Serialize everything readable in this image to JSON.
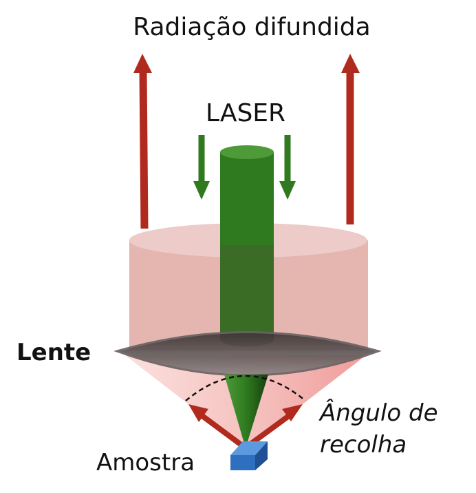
{
  "title": "Radiação difundida",
  "laser_label": "LASER",
  "lens_label": "Lente",
  "sample_label": "Amostra",
  "angle_label": {
    "line1": "Ângulo de",
    "line2": "recolha"
  },
  "colors": {
    "scattered_arrow": "#b02a1e",
    "laser_green": "#2f7a1f",
    "cylinder_pink": "#e5b5b0",
    "cone_pink": "#f4b6b4",
    "lens_gray": "#5a5050",
    "sample_blue": "#2f6fc0"
  }
}
